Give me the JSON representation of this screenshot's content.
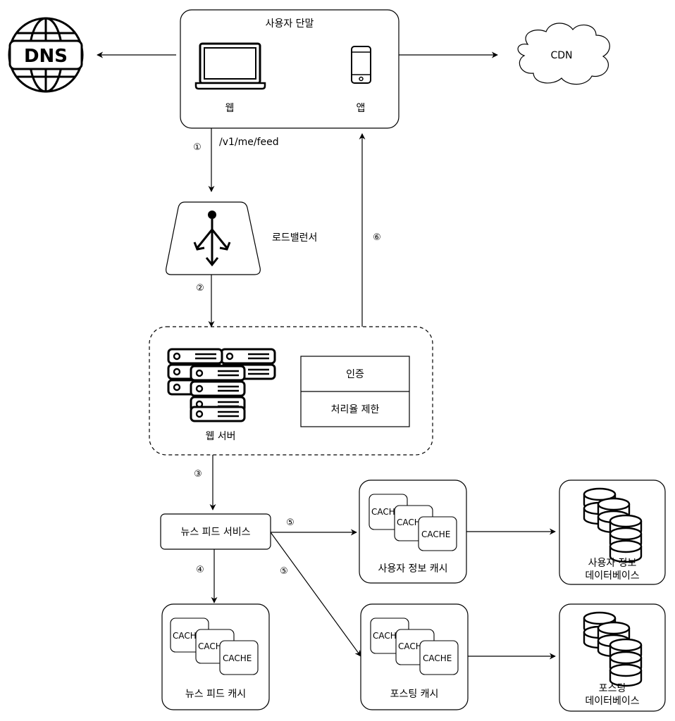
{
  "client": {
    "title": "사용자 단말",
    "web_label": "웹",
    "app_label": "앱"
  },
  "dns": {
    "label": "DNS"
  },
  "cdn": {
    "label": "CDN"
  },
  "request": {
    "path": "/v1/me/feed"
  },
  "steps": {
    "s1": "①",
    "s2": "②",
    "s3": "③",
    "s4": "④",
    "s5a": "⑤",
    "s5b": "⑤",
    "s6": "⑥"
  },
  "load_balancer": {
    "label": "로드밸런서"
  },
  "web_server": {
    "label": "웹 서버",
    "modules": [
      "인증",
      "처리율 제한"
    ]
  },
  "news_feed_service": {
    "label": "뉴스 피드 서비스"
  },
  "caches": {
    "card_labels": [
      "CACHE",
      "CACHE",
      "CACHE"
    ],
    "user_info_cache": "사용자 정보 캐시",
    "post_cache": "포스팅 캐시",
    "news_feed_cache": "뉴스 피드 캐시"
  },
  "databases": {
    "user_db": [
      "사용자 정보",
      "데이터베이스"
    ],
    "post_db": [
      "포스팅",
      "데이터베이스"
    ]
  }
}
